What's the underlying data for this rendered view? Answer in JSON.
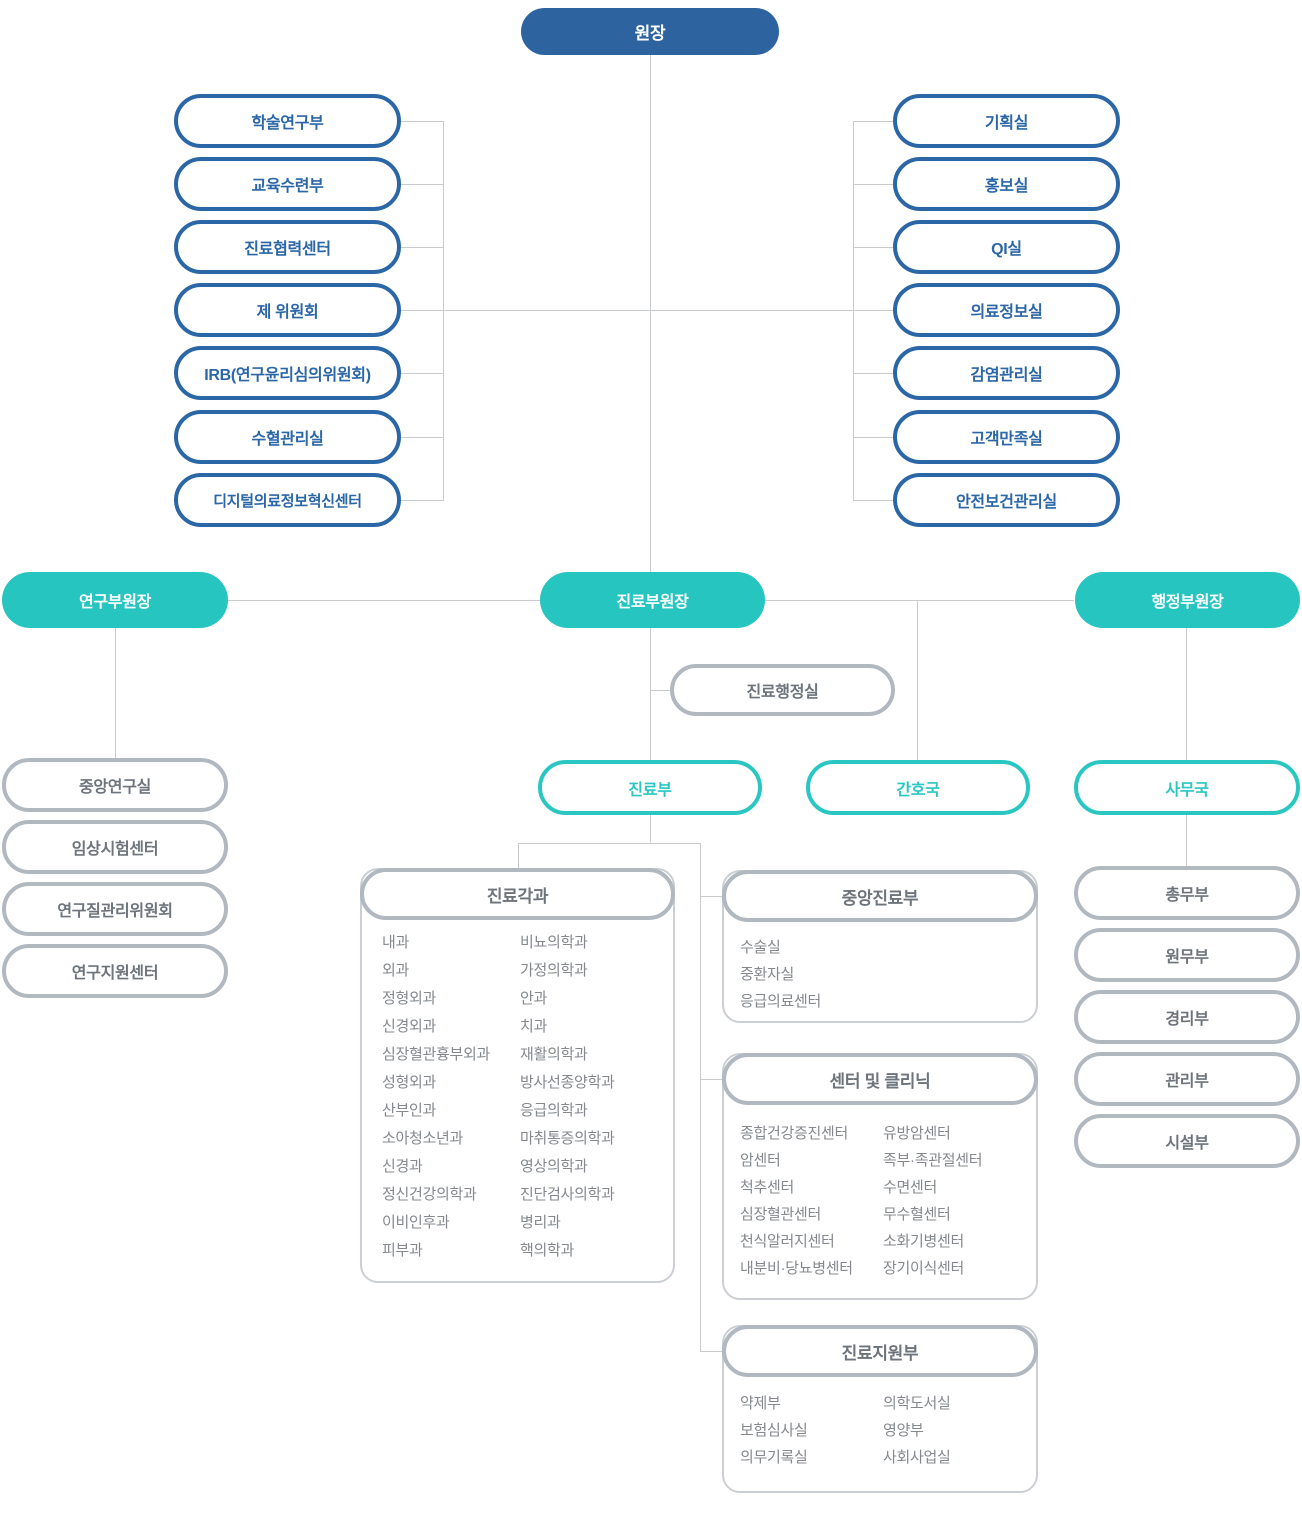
{
  "palette": {
    "navy_fill": "#2d64a0",
    "teal_fill": "#27c5c0",
    "blue_outline": "#2b66a7",
    "teal_outline": "#2ac7c2",
    "gray_outline": "#b2b8c0",
    "box_border": "#cbcfd4",
    "connector": "#c9cccf",
    "gray_text": "#6e747c",
    "list_text": "#85898e"
  },
  "org": {
    "director": "원장",
    "left_column": [
      "학술연구부",
      "교육수련부",
      "진료협력센터",
      "제 위원회",
      "IRB(연구윤리심의위원회)",
      "수혈관리실",
      "디지털의료정보혁신센터"
    ],
    "right_column": [
      "기획실",
      "홍보실",
      "QI실",
      "의료정보실",
      "감염관리실",
      "고객만족실",
      "안전보건관리실"
    ],
    "vice": {
      "research": "연구부원장",
      "medical": "진료부원장",
      "admin": "행정부원장"
    },
    "medical_admin_office": "진료행정실",
    "divisions": {
      "medical_dept": "진료부",
      "nursing": "간호국",
      "office": "사무국"
    },
    "research_units": [
      "중앙연구실",
      "임상시험센터",
      "연구질관리위원회",
      "연구지원센터"
    ],
    "office_units": [
      "총무부",
      "원무부",
      "경리부",
      "관리부",
      "시설부"
    ],
    "dept_box": {
      "title": "진료각과",
      "col1": [
        "내과",
        "외과",
        "정형외과",
        "신경외과",
        "심장혈관흉부외과",
        "성형외과",
        "산부인과",
        "소아청소년과",
        "신경과",
        "정신건강의학과",
        "이비인후과",
        "피부과"
      ],
      "col2": [
        "비뇨의학과",
        "가정의학과",
        "안과",
        "치과",
        "재활의학과",
        "방사선종양학과",
        "응급의학과",
        "마취통증의학과",
        "영상의학과",
        "진단검사의학과",
        "병리과",
        "핵의학과"
      ]
    },
    "central_box": {
      "title": "중앙진료부",
      "items": [
        "수술실",
        "중환자실",
        "응급의료센터"
      ]
    },
    "centers_box": {
      "title": "센터 및 클리닉",
      "col1": [
        "종합건강증진센터",
        "암센터",
        "척추센터",
        "심장혈관센터",
        "천식알러지센터",
        "내분비·당뇨병센터"
      ],
      "col2": [
        "유방암센터",
        "족부·족관절센터",
        "수면센터",
        "무수혈센터",
        "소화기병센터",
        "장기이식센터"
      ]
    },
    "support_box": {
      "title": "진료지원부",
      "col1": [
        "약제부",
        "보험심사실",
        "의무기록실"
      ],
      "col2": [
        "의학도서실",
        "영양부",
        "사회사업실"
      ]
    }
  }
}
